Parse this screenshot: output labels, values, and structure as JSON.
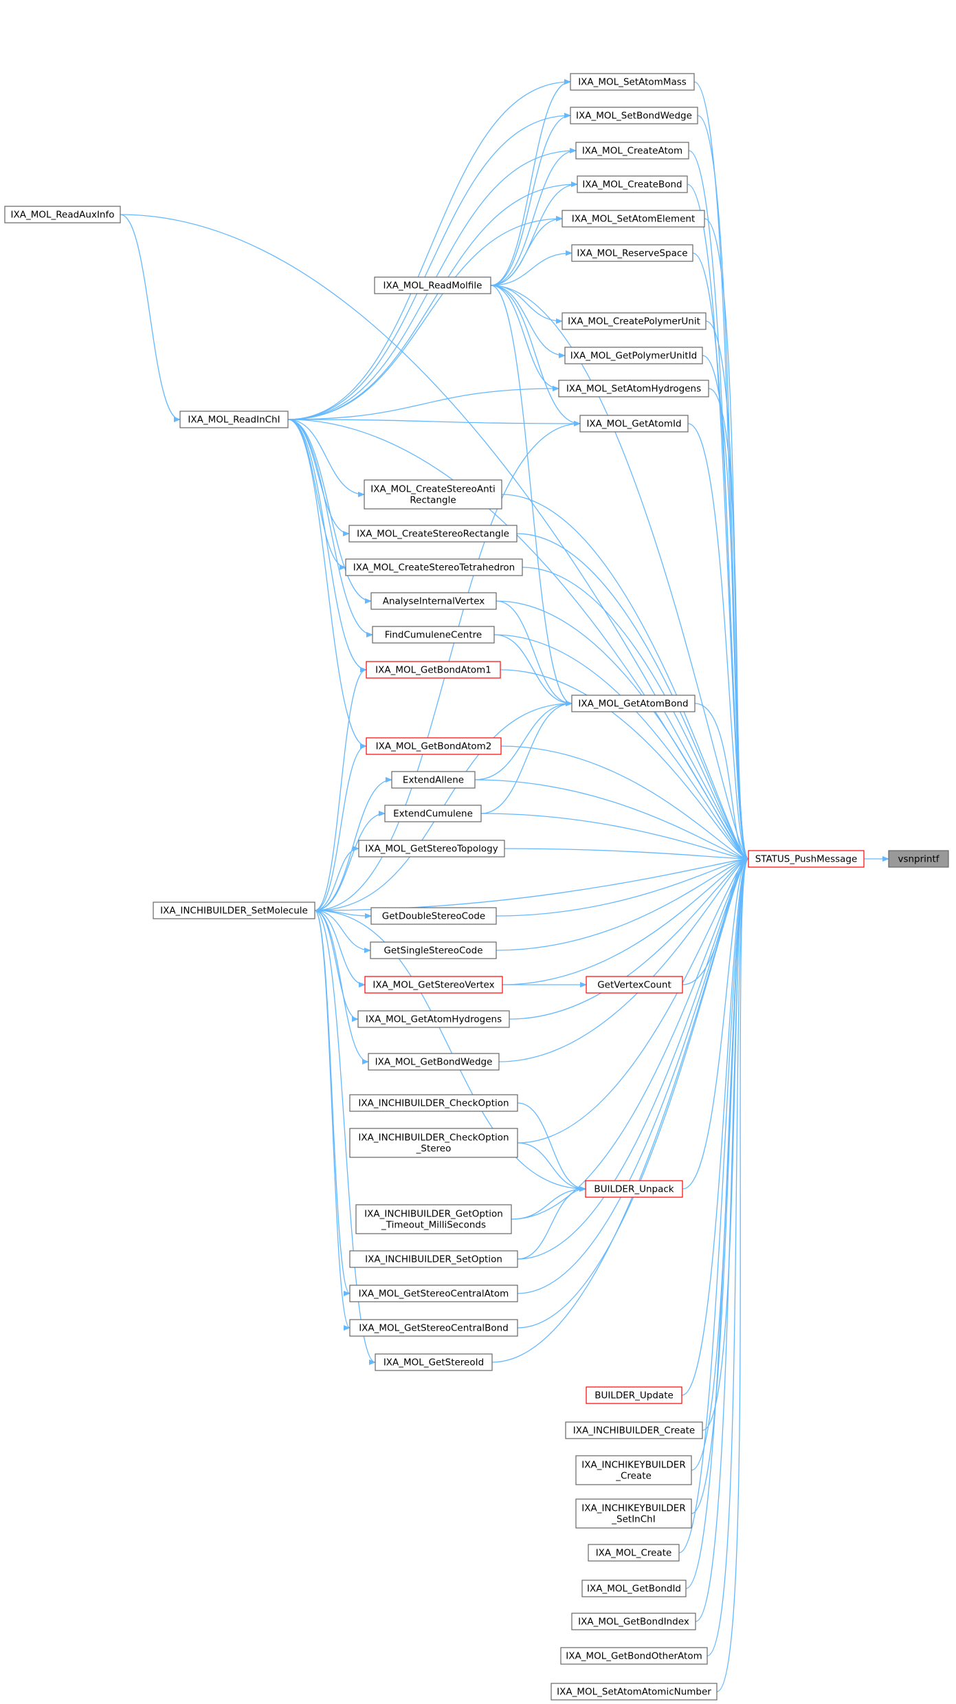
{
  "graph": {
    "edge_color": "#63b8ff",
    "node_border_color": "#666666",
    "highlight_border_color": "#ff0000",
    "root_fill_color": "#999999",
    "nodes": [
      {
        "id": "vsnprintf",
        "lines": [
          "vsnprintf"
        ],
        "style": "gray"
      },
      {
        "id": "push",
        "lines": [
          "STATUS_PushMessage"
        ],
        "style": "red"
      },
      {
        "id": "auxinfo",
        "lines": [
          "IXA_MOL_ReadAuxInfo"
        ],
        "style": "normal"
      },
      {
        "id": "readinchi",
        "lines": [
          "IXA_MOL_ReadInChI"
        ],
        "style": "normal"
      },
      {
        "id": "readmolfile",
        "lines": [
          "IXA_MOL_ReadMolfile"
        ],
        "style": "normal"
      },
      {
        "id": "setmolecule",
        "lines": [
          "IXA_INCHIBUILDER_SetMolecule"
        ],
        "style": "normal"
      },
      {
        "id": "setatommass",
        "lines": [
          "IXA_MOL_SetAtomMass"
        ],
        "style": "normal"
      },
      {
        "id": "setbondwedge",
        "lines": [
          "IXA_MOL_SetBondWedge"
        ],
        "style": "normal"
      },
      {
        "id": "createatom",
        "lines": [
          "IXA_MOL_CreateAtom"
        ],
        "style": "normal"
      },
      {
        "id": "createbond",
        "lines": [
          "IXA_MOL_CreateBond"
        ],
        "style": "normal"
      },
      {
        "id": "setatomelement",
        "lines": [
          "IXA_MOL_SetAtomElement"
        ],
        "style": "normal"
      },
      {
        "id": "reservespace",
        "lines": [
          "IXA_MOL_ReserveSpace"
        ],
        "style": "normal"
      },
      {
        "id": "createpolymer",
        "lines": [
          "IXA_MOL_CreatePolymerUnit"
        ],
        "style": "normal"
      },
      {
        "id": "getpolymerid",
        "lines": [
          "IXA_MOL_GetPolymerUnitId"
        ],
        "style": "normal"
      },
      {
        "id": "setatomh",
        "lines": [
          "IXA_MOL_SetAtomHydrogens"
        ],
        "style": "normal"
      },
      {
        "id": "getatomid",
        "lines": [
          "IXA_MOL_GetAtomId"
        ],
        "style": "normal"
      },
      {
        "id": "antirect",
        "lines": [
          "IXA_MOL_CreateStereoAnti",
          "Rectangle"
        ],
        "style": "normal"
      },
      {
        "id": "stereorect",
        "lines": [
          "IXA_MOL_CreateStereoRectangle"
        ],
        "style": "normal"
      },
      {
        "id": "stereotetra",
        "lines": [
          "IXA_MOL_CreateStereoTetrahedron"
        ],
        "style": "normal"
      },
      {
        "id": "analyse",
        "lines": [
          "AnalyseInternalVertex"
        ],
        "style": "normal"
      },
      {
        "id": "findcum",
        "lines": [
          "FindCumuleneCentre"
        ],
        "style": "normal"
      },
      {
        "id": "bondatom1",
        "lines": [
          "IXA_MOL_GetBondAtom1"
        ],
        "style": "red"
      },
      {
        "id": "getatombond",
        "lines": [
          "IXA_MOL_GetAtomBond"
        ],
        "style": "normal"
      },
      {
        "id": "bondatom2",
        "lines": [
          "IXA_MOL_GetBondAtom2"
        ],
        "style": "red"
      },
      {
        "id": "extendallene",
        "lines": [
          "ExtendAllene"
        ],
        "style": "normal"
      },
      {
        "id": "extendcum",
        "lines": [
          "ExtendCumulene"
        ],
        "style": "normal"
      },
      {
        "id": "stereotopo",
        "lines": [
          "IXA_MOL_GetStereoTopology"
        ],
        "style": "normal"
      },
      {
        "id": "doublestereo",
        "lines": [
          "GetDoubleStereoCode"
        ],
        "style": "normal"
      },
      {
        "id": "singlestereo",
        "lines": [
          "GetSingleStereoCode"
        ],
        "style": "normal"
      },
      {
        "id": "stereovertex",
        "lines": [
          "IXA_MOL_GetStereoVertex"
        ],
        "style": "red"
      },
      {
        "id": "vertexcount",
        "lines": [
          "GetVertexCount"
        ],
        "style": "red"
      },
      {
        "id": "getatomh",
        "lines": [
          "IXA_MOL_GetAtomHydrogens"
        ],
        "style": "normal"
      },
      {
        "id": "getbondwedge",
        "lines": [
          "IXA_MOL_GetBondWedge"
        ],
        "style": "normal"
      },
      {
        "id": "checkoption",
        "lines": [
          "IXA_INCHIBUILDER_CheckOption"
        ],
        "style": "normal"
      },
      {
        "id": "checkoptstereo",
        "lines": [
          "IXA_INCHIBUILDER_CheckOption",
          "_Stereo"
        ],
        "style": "normal"
      },
      {
        "id": "unpack",
        "lines": [
          "BUILDER_Unpack"
        ],
        "style": "red"
      },
      {
        "id": "getoptiontimeout",
        "lines": [
          "IXA_INCHIBUILDER_GetOption",
          "_Timeout_MilliSeconds"
        ],
        "style": "normal"
      },
      {
        "id": "setoption",
        "lines": [
          "IXA_INCHIBUILDER_SetOption"
        ],
        "style": "normal"
      },
      {
        "id": "centralatom",
        "lines": [
          "IXA_MOL_GetStereoCentralAtom"
        ],
        "style": "normal"
      },
      {
        "id": "centralbond",
        "lines": [
          "IXA_MOL_GetStereoCentralBond"
        ],
        "style": "normal"
      },
      {
        "id": "stereoid",
        "lines": [
          "IXA_MOL_GetStereoId"
        ],
        "style": "normal"
      },
      {
        "id": "builderupdate",
        "lines": [
          "BUILDER_Update"
        ],
        "style": "red"
      },
      {
        "id": "builderc",
        "lines": [
          "IXA_INCHIBUILDER_Create"
        ],
        "style": "normal"
      },
      {
        "id": "keybuilderc",
        "lines": [
          "IXA_INCHIKEYBUILDER",
          "_Create"
        ],
        "style": "normal"
      },
      {
        "id": "keysetinchi",
        "lines": [
          "IXA_INCHIKEYBUILDER",
          "_SetInChI"
        ],
        "style": "normal"
      },
      {
        "id": "molcreate",
        "lines": [
          "IXA_MOL_Create"
        ],
        "style": "normal"
      },
      {
        "id": "getbondid",
        "lines": [
          "IXA_MOL_GetBondId"
        ],
        "style": "normal"
      },
      {
        "id": "getbondindex",
        "lines": [
          "IXA_MOL_GetBondIndex"
        ],
        "style": "normal"
      },
      {
        "id": "getbondother",
        "lines": [
          "IXA_MOL_GetBondOtherAtom"
        ],
        "style": "normal"
      },
      {
        "id": "setatomatomic",
        "lines": [
          "IXA_MOL_SetAtomAtomicNumber"
        ],
        "style": "normal"
      }
    ],
    "edges": [
      [
        "push",
        "vsnprintf"
      ],
      [
        "auxinfo",
        "push"
      ],
      [
        "auxinfo",
        "readinchi"
      ],
      [
        "setatommass",
        "push"
      ],
      [
        "setbondwedge",
        "push"
      ],
      [
        "createatom",
        "push"
      ],
      [
        "createbond",
        "push"
      ],
      [
        "setatomelement",
        "push"
      ],
      [
        "reservespace",
        "push"
      ],
      [
        "readmolfile",
        "push"
      ],
      [
        "createpolymer",
        "push"
      ],
      [
        "getpolymerid",
        "push"
      ],
      [
        "setatomh",
        "push"
      ],
      [
        "getatomid",
        "push"
      ],
      [
        "readinchi",
        "push"
      ],
      [
        "antirect",
        "push"
      ],
      [
        "stereorect",
        "push"
      ],
      [
        "stereotetra",
        "push"
      ],
      [
        "analyse",
        "push"
      ],
      [
        "findcum",
        "push"
      ],
      [
        "bondatom1",
        "push"
      ],
      [
        "getatombond",
        "push"
      ],
      [
        "bondatom2",
        "push"
      ],
      [
        "extendallene",
        "push"
      ],
      [
        "extendcum",
        "push"
      ],
      [
        "stereotopo",
        "push"
      ],
      [
        "setmolecule",
        "push"
      ],
      [
        "doublestereo",
        "push"
      ],
      [
        "singlestereo",
        "push"
      ],
      [
        "vertexcount",
        "push"
      ],
      [
        "stereovertex",
        "push"
      ],
      [
        "getatomh",
        "push"
      ],
      [
        "getbondwedge",
        "push"
      ],
      [
        "unpack",
        "push"
      ],
      [
        "checkoptstereo",
        "push"
      ],
      [
        "getoptiontimeout",
        "push"
      ],
      [
        "setoption",
        "push"
      ],
      [
        "centralatom",
        "push"
      ],
      [
        "centralbond",
        "push"
      ],
      [
        "stereoid",
        "push"
      ],
      [
        "builderupdate",
        "push"
      ],
      [
        "builderc",
        "push"
      ],
      [
        "keybuilderc",
        "push"
      ],
      [
        "keysetinchi",
        "push"
      ],
      [
        "molcreate",
        "push"
      ],
      [
        "getbondid",
        "push"
      ],
      [
        "getbondindex",
        "push"
      ],
      [
        "getbondother",
        "push"
      ],
      [
        "setatomatomic",
        "push"
      ],
      [
        "readmolfile",
        "setatommass"
      ],
      [
        "readmolfile",
        "setbondwedge"
      ],
      [
        "readmolfile",
        "createatom"
      ],
      [
        "readmolfile",
        "createbond"
      ],
      [
        "readmolfile",
        "setatomelement"
      ],
      [
        "readmolfile",
        "reservespace"
      ],
      [
        "readmolfile",
        "createpolymer"
      ],
      [
        "readmolfile",
        "getpolymerid"
      ],
      [
        "readmolfile",
        "setatomh"
      ],
      [
        "readmolfile",
        "getatomid"
      ],
      [
        "readmolfile",
        "getatombond"
      ],
      [
        "readinchi",
        "setatommass"
      ],
      [
        "readinchi",
        "setbondwedge"
      ],
      [
        "readinchi",
        "createatom"
      ],
      [
        "readinchi",
        "createbond"
      ],
      [
        "readinchi",
        "setatomelement"
      ],
      [
        "readinchi",
        "setatomh"
      ],
      [
        "readinchi",
        "getatomid"
      ],
      [
        "readinchi",
        "antirect"
      ],
      [
        "readinchi",
        "stereorect"
      ],
      [
        "readinchi",
        "stereotetra"
      ],
      [
        "readinchi",
        "analyse"
      ],
      [
        "readinchi",
        "findcum"
      ],
      [
        "readinchi",
        "bondatom1"
      ],
      [
        "readinchi",
        "bondatom2"
      ],
      [
        "analyse",
        "getatombond"
      ],
      [
        "findcum",
        "getatombond"
      ],
      [
        "extendallene",
        "getatombond"
      ],
      [
        "extendcum",
        "getatombond"
      ],
      [
        "setmolecule",
        "getatomid"
      ],
      [
        "setmolecule",
        "bondatom1"
      ],
      [
        "setmolecule",
        "getatombond"
      ],
      [
        "setmolecule",
        "bondatom2"
      ],
      [
        "setmolecule",
        "extendallene"
      ],
      [
        "setmolecule",
        "extendcum"
      ],
      [
        "setmolecule",
        "stereotopo"
      ],
      [
        "setmolecule",
        "doublestereo"
      ],
      [
        "setmolecule",
        "singlestereo"
      ],
      [
        "setmolecule",
        "stereovertex"
      ],
      [
        "setmolecule",
        "getatomh"
      ],
      [
        "setmolecule",
        "getbondwedge"
      ],
      [
        "setmolecule",
        "unpack"
      ],
      [
        "setmolecule",
        "centralatom"
      ],
      [
        "setmolecule",
        "centralbond"
      ],
      [
        "setmolecule",
        "stereoid"
      ],
      [
        "stereovertex",
        "vertexcount"
      ],
      [
        "checkoption",
        "unpack"
      ],
      [
        "checkoptstereo",
        "unpack"
      ],
      [
        "getoptiontimeout",
        "unpack"
      ],
      [
        "setoption",
        "unpack"
      ]
    ]
  }
}
